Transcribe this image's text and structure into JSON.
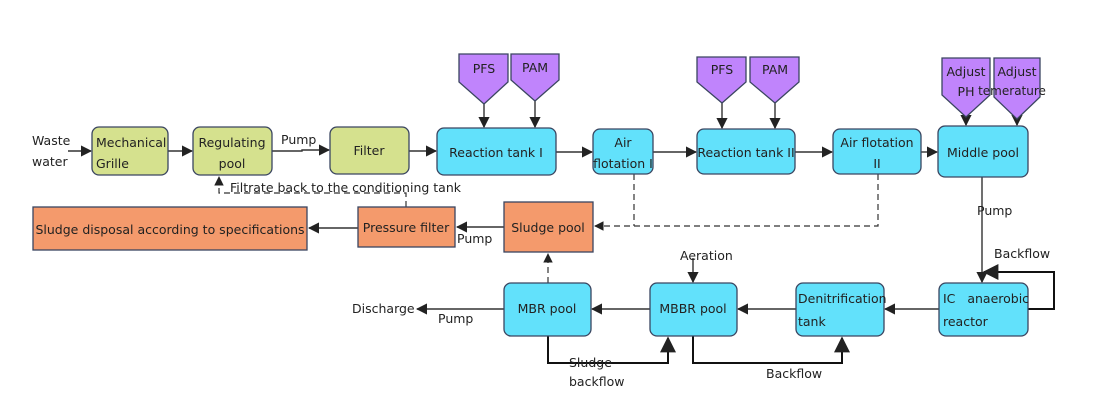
{
  "colors": {
    "pretreatment": "#d5e18e",
    "process": "#62e1fb",
    "sludge": "#f49a6c",
    "chemical": "#c084fc",
    "border": "#3a4560"
  },
  "inputs": {
    "wastewater_line1": "Waste",
    "wastewater_line2": "water"
  },
  "boxes": {
    "mechanical_grille": [
      "Mechanical",
      "Grille"
    ],
    "regulating_pool": [
      "Regulating",
      "pool"
    ],
    "filter": "Filter",
    "reaction_tank_1": "Reaction tank I",
    "air_flotation_1": [
      "Air",
      "flotation I"
    ],
    "reaction_tank_2": "Reaction tank II",
    "air_flotation_2": [
      "Air flotation",
      "II"
    ],
    "middle_pool": "Middle pool",
    "sludge_disposal": "Sludge disposal according to specifications",
    "pressure_filter": "Pressure filter",
    "sludge_pool": "Sludge pool",
    "mbr_pool": "MBR pool",
    "mbbr_pool": "MBBR pool",
    "denitrification_tank": [
      "Denitrification",
      "tank"
    ],
    "ic_reactor": [
      "IC   anaerobic",
      "reactor"
    ]
  },
  "chemicals": {
    "pfs1": "PFS",
    "pam1": "PAM",
    "pfs2": "PFS",
    "pam2": "PAM",
    "adjust_ph": [
      "Adjust",
      "PH"
    ],
    "adjust_temp": [
      "Adjust",
      "temerature"
    ]
  },
  "labels": {
    "pump1": "Pump",
    "filtrate_back": "Filtrate back to the conditioning tank",
    "pump2": "Pump",
    "pump3": "Pump",
    "backflow_ic": "Backflow",
    "aeration": "Aeration",
    "discharge": "Discharge",
    "pump4": "Pump",
    "sludge_backflow": [
      "Sludge",
      "backflow"
    ],
    "backflow_bottom": "Backflow"
  }
}
